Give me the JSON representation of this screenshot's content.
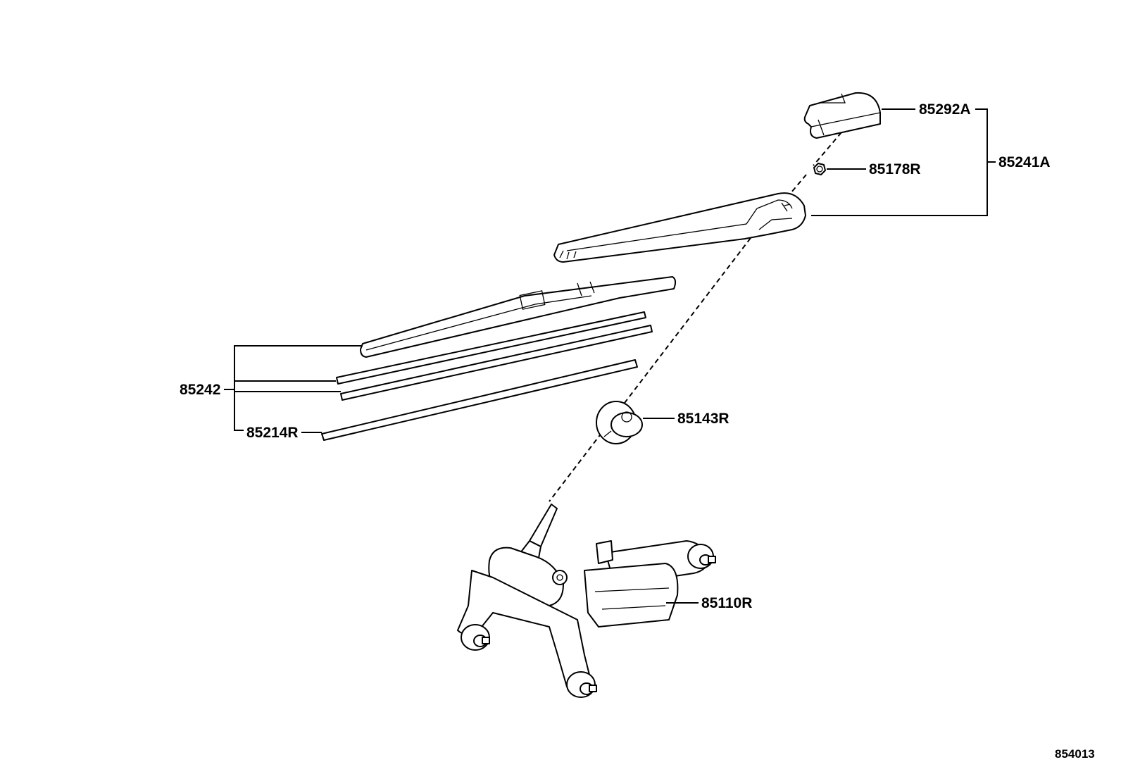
{
  "labels": {
    "p85292A": "85292A",
    "p85178R": "85178R",
    "p85241A": "85241A",
    "p85242": "85242",
    "p85214R": "85214R",
    "p85143R": "85143R",
    "p85110R": "85110R"
  },
  "figure_code": "854013"
}
